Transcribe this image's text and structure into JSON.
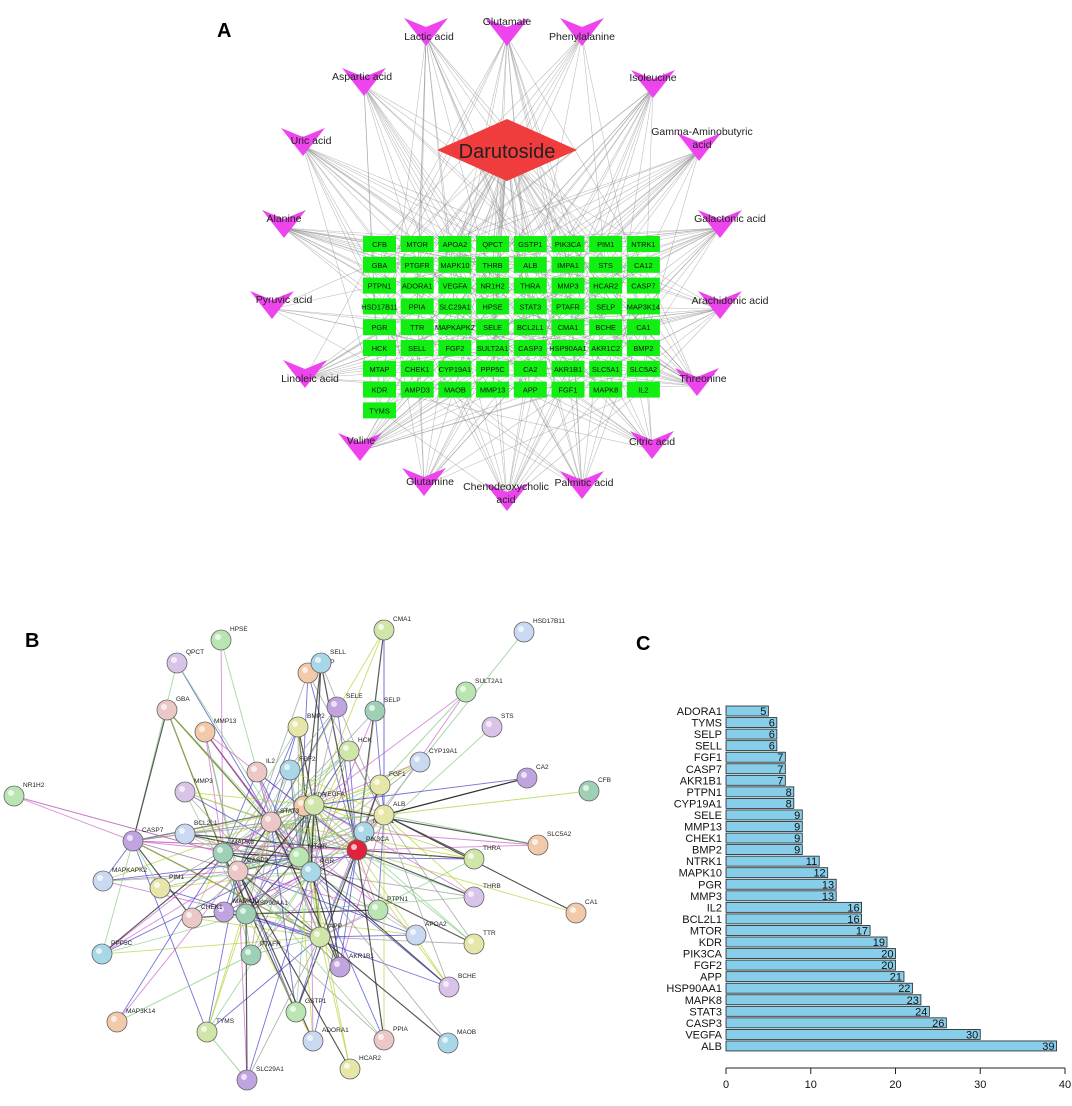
{
  "panels": {
    "a": "A",
    "b": "B",
    "c": "C"
  },
  "network_a": {
    "center_node": "Darutoside",
    "metabolites": [
      "Glutamate",
      "Phenylalanine",
      "Isoleucine",
      "Gamma-Aminobutyric acid",
      "Galactonic acid",
      "Arachidonic acid",
      "Threonine",
      "Citric acid",
      "Palmitic acid",
      "Chenodeoxycholic acid",
      "Glutamine",
      "Valine",
      "Linoleic acid",
      "Pyruvic acid",
      "Alanine",
      "Uric acid",
      "Aspartic acid",
      "Lactic acid"
    ],
    "target_grid": [
      [
        "CFB",
        "MTOR",
        "APOA2",
        "QPCT",
        "GSTP1",
        "PIK3CA",
        "PIM1",
        "NTRK1"
      ],
      [
        "GBA",
        "PTGFR",
        "MAPK10",
        "THRB",
        "ALB",
        "IMPA1",
        "STS",
        "CA12"
      ],
      [
        "PTPN1",
        "ADORA1",
        "VEGFA",
        "NR1H2",
        "THRA",
        "MMP3",
        "HCAR2",
        "CASP7"
      ],
      [
        "HSD17B11",
        "PPIA",
        "SLC29A1",
        "HPSE",
        "STAT3",
        "PTAFR",
        "SELP",
        "MAP3K14"
      ],
      [
        "PGR",
        "TTR",
        "MAPKAPK2",
        "SELE",
        "BCL2L1",
        "CMA1",
        "BCHE",
        "CA1"
      ],
      [
        "HCK",
        "SELL",
        "FGF2",
        "SULT2A1",
        "CASP3",
        "HSP90AA1",
        "AKR1C2",
        "BMP2"
      ],
      [
        "MTAP",
        "CHEK1",
        "CYP19A1",
        "PPP5C",
        "CA2",
        "AKR1B1",
        "SLC5A1",
        "SLC5A2"
      ],
      [
        "KDR",
        "AMPD3",
        "MAOB",
        "MMP13",
        "APP",
        "FGF1",
        "MAPK8",
        "IL2"
      ],
      [
        "TYMS"
      ]
    ],
    "colors": {
      "center": "#f03c3c",
      "metabolite": "#ee44ee",
      "target": "#11ee11",
      "edge": "#8a8a8a"
    }
  },
  "ppi_b": {
    "nodes": [
      "HPSE",
      "QPCT",
      "MTAP",
      "CMA1",
      "HSD17B11",
      "GBA",
      "SELL",
      "BMP2",
      "SELE",
      "SELP",
      "SULT2A1",
      "STS",
      "MMP13",
      "HCK",
      "CYP19A1",
      "IL2",
      "FGF2",
      "FGF1",
      "CA2",
      "CFB",
      "NR1H2",
      "MMP3",
      "KDR",
      "VEGFA",
      "BCL2L1",
      "STAT3",
      "NTRK1",
      "ALB",
      "CASP7",
      "MAPK8",
      "MTOR",
      "PIK3CA",
      "SLC5A2",
      "THRA",
      "MAPKAPK2",
      "CASP3",
      "PGR",
      "PIM1",
      "MAPK10",
      "HSP90AA1",
      "PTPN1",
      "THRB",
      "CA1",
      "APP",
      "APOA2",
      "CHEK1",
      "PPP5C",
      "TTR",
      "AKR1B1",
      "PTAFR",
      "GSTP1",
      "BCHE",
      "MAP3K14",
      "TYMS",
      "ADORA1",
      "PPIA",
      "MAOB",
      "HCAR2",
      "SLC29A1"
    ],
    "edge_colors": [
      "#222222",
      "#b5d33a",
      "#cc66cc",
      "#4444cc",
      "#88cc88",
      "#999999"
    ]
  },
  "chart_data": {
    "type": "bar",
    "orientation": "horizontal",
    "categories": [
      "ADORA1",
      "TYMS",
      "SELP",
      "SELL",
      "FGF1",
      "CASP7",
      "AKR1B1",
      "PTPN1",
      "CYP19A1",
      "SELE",
      "MMP13",
      "CHEK1",
      "BMP2",
      "NTRK1",
      "MAPK10",
      "PGR",
      "MMP3",
      "IL2",
      "BCL2L1",
      "MTOR",
      "KDR",
      "PIK3CA",
      "FGF2",
      "APP",
      "HSP90AA1",
      "MAPK8",
      "STAT3",
      "CASP3",
      "VEGFA",
      "ALB"
    ],
    "values": [
      5,
      6,
      6,
      6,
      7,
      7,
      7,
      8,
      8,
      9,
      9,
      9,
      9,
      11,
      12,
      13,
      13,
      16,
      16,
      17,
      19,
      20,
      20,
      21,
      22,
      23,
      24,
      26,
      30,
      39
    ],
    "x_ticks": [
      "0",
      "10",
      "20",
      "30",
      "40"
    ],
    "xlim": [
      0,
      40
    ],
    "bar_color": "#87ceeb",
    "title": "",
    "xlabel": "",
    "ylabel": ""
  }
}
